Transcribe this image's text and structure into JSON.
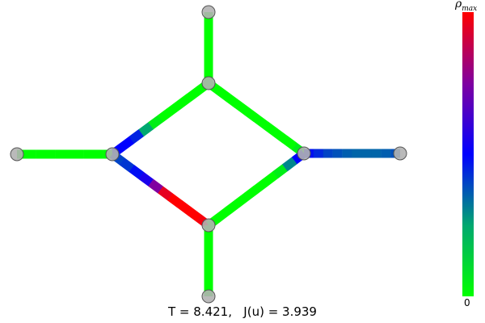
{
  "status": {
    "time_label": "T = 8.421,",
    "cost_label": "J(u) = 3.939"
  },
  "colorbar": {
    "max_symbol": "ρ",
    "max_subscript": "max",
    "min_label": "0",
    "colors": [
      "#00ff00",
      "#00a870",
      "#0000ff",
      "#8000a0",
      "#ff0000"
    ]
  },
  "network": {
    "nodes": [
      {
        "id": "top"
      },
      {
        "id": "upper-center"
      },
      {
        "id": "left-end"
      },
      {
        "id": "left-junction"
      },
      {
        "id": "right-junction"
      },
      {
        "id": "right-end"
      },
      {
        "id": "lower-center"
      },
      {
        "id": "bottom"
      }
    ],
    "edges": [
      {
        "id": "top-to-upper-center",
        "from": "top",
        "to": "upper-center",
        "density": [
          0.0,
          0.0,
          0.0,
          0.0,
          0.0,
          0.0,
          0.0,
          0.0
        ]
      },
      {
        "id": "upper-center-to-left-junction",
        "from": "upper-center",
        "to": "left-junction",
        "density": [
          0.0,
          0.0,
          0.0,
          0.0,
          0.0,
          0.05,
          0.25,
          0.45,
          0.5,
          0.5
        ]
      },
      {
        "id": "upper-center-to-right-junction",
        "from": "upper-center",
        "to": "right-junction",
        "density": [
          0.0,
          0.0,
          0.0,
          0.0,
          0.0,
          0.0,
          0.0,
          0.0,
          0.0,
          0.05
        ]
      },
      {
        "id": "left-end-to-left-junction",
        "from": "left-end",
        "to": "left-junction",
        "density": [
          0.0,
          0.0,
          0.0,
          0.0,
          0.0,
          0.0,
          0.0,
          0.0,
          0.0,
          0.0
        ]
      },
      {
        "id": "left-junction-to-lower-center",
        "from": "left-junction",
        "to": "lower-center",
        "density": [
          0.4,
          0.42,
          0.48,
          0.55,
          0.75,
          0.95,
          1.0,
          1.0,
          1.0,
          0.98
        ]
      },
      {
        "id": "lower-center-to-right-junction",
        "from": "lower-center",
        "to": "right-junction",
        "density": [
          0.0,
          0.0,
          0.0,
          0.0,
          0.0,
          0.0,
          0.0,
          0.05,
          0.3,
          0.5
        ]
      },
      {
        "id": "right-junction-to-right-end",
        "from": "right-junction",
        "to": "right-end",
        "density": [
          0.48,
          0.44,
          0.4,
          0.38,
          0.36,
          0.35,
          0.35,
          0.35,
          0.36,
          0.38
        ]
      },
      {
        "id": "lower-center-to-bottom",
        "from": "lower-center",
        "to": "bottom",
        "density": [
          0.0,
          0.0,
          0.0,
          0.0,
          0.0,
          0.0,
          0.0,
          0.0
        ]
      }
    ]
  }
}
